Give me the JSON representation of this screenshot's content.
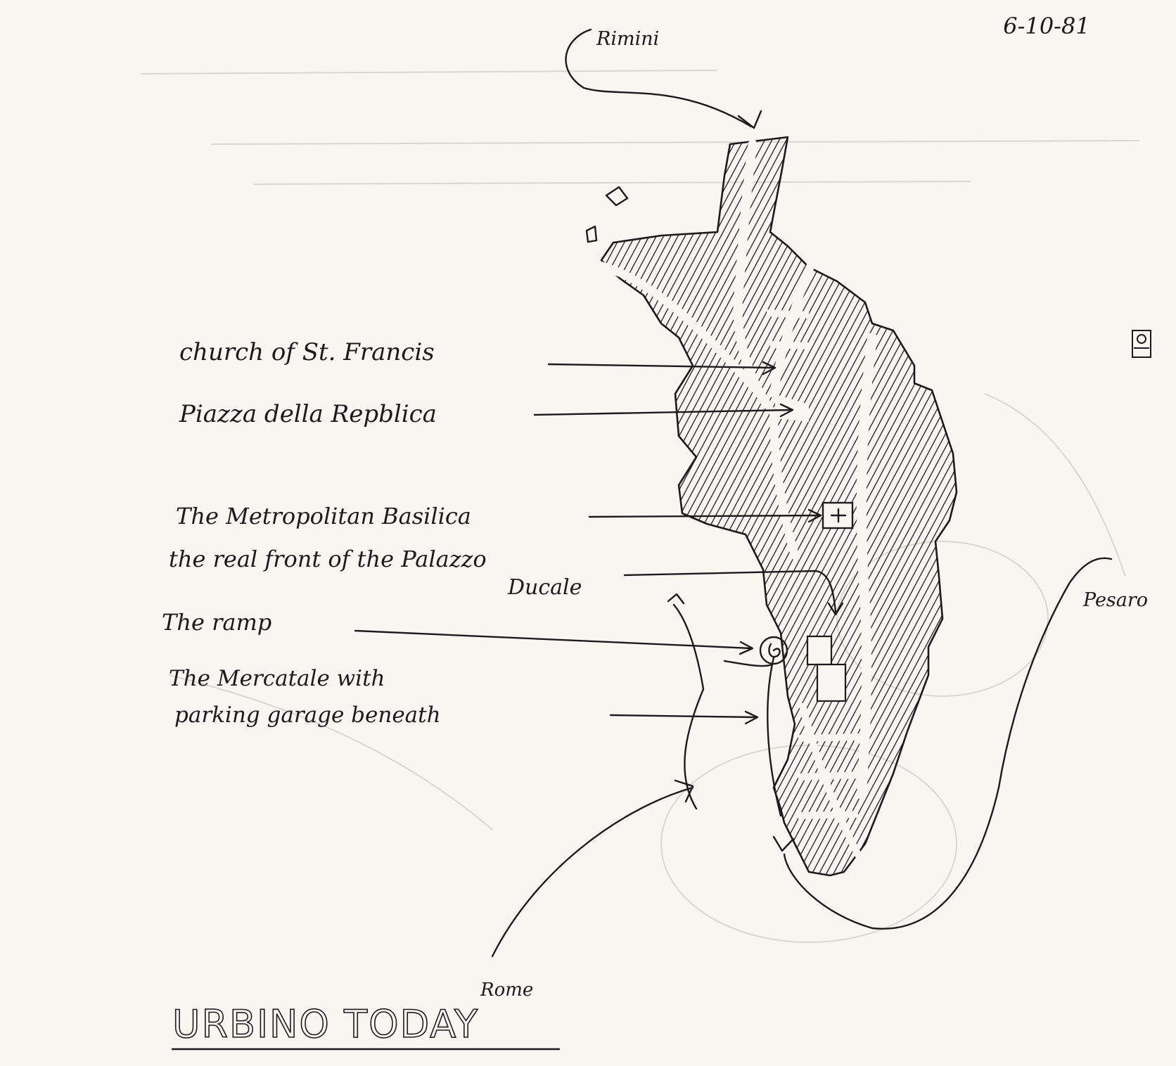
{
  "sketch": {
    "date": "6-10-81",
    "title": "URBINO TODAY",
    "directions": {
      "north": "Rimini",
      "east": "Pesaro",
      "south": "Rome"
    },
    "labels": [
      {
        "id": "st-francis",
        "text": "church of St. Francis"
      },
      {
        "id": "piazza",
        "text": "Piazza della Repblica"
      },
      {
        "id": "basilica",
        "text": "The Metropolitan Basilica"
      },
      {
        "id": "palazzo-1",
        "text": "the real front of the Palazzo"
      },
      {
        "id": "palazzo-2",
        "text": "Ducale"
      },
      {
        "id": "ramp",
        "text": "The ramp"
      },
      {
        "id": "mercatale-1",
        "text": "The Mercatale with"
      },
      {
        "id": "mercatale-2",
        "text": "parking garage beneath"
      }
    ]
  },
  "colors": {
    "ink": "#1b1b1b",
    "paper": "#f7f6f1",
    "ghost": "#d9d7cf"
  }
}
